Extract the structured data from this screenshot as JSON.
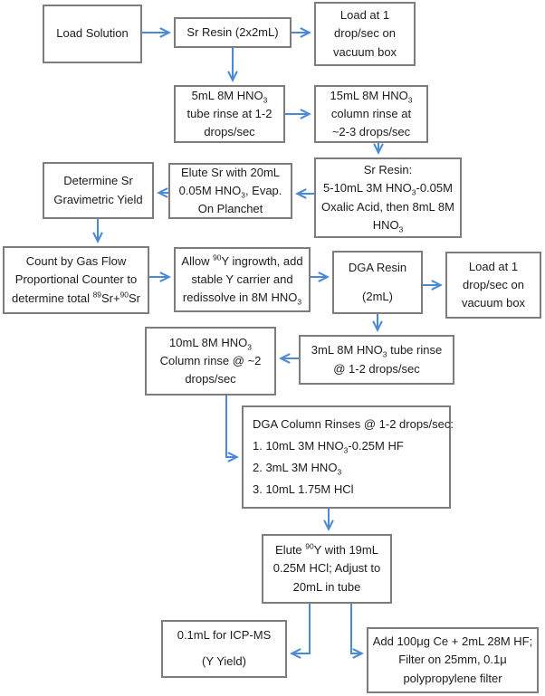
{
  "diagram": {
    "type": "flowchart",
    "colors": {
      "arrow": "#4a8ad4",
      "border": "#7d7d7d",
      "text": "#1c1c1c"
    },
    "nodes": {
      "load_solution": {
        "lines": [
          [
            {
              "t": "Load Solution"
            }
          ]
        ]
      },
      "sr_resin_1": {
        "lines": [
          [
            {
              "t": "Sr Resin (2x2mL)"
            }
          ]
        ]
      },
      "load_vacuum_1": {
        "lines": [
          [
            {
              "t": "Load at 1"
            }
          ],
          [
            {
              "t": "drop/sec on"
            }
          ],
          [
            {
              "t": "vacuum box"
            }
          ]
        ]
      },
      "tube_rinse_5ml": {
        "lines": [
          [
            {
              "t": "5mL 8M HNO"
            },
            {
              "t": "3",
              "sub": true
            }
          ],
          [
            {
              "t": "tube rinse at 1-2"
            }
          ],
          [
            {
              "t": "drops/sec"
            }
          ]
        ]
      },
      "column_rinse_15ml": {
        "lines": [
          [
            {
              "t": "15mL 8M HNO"
            },
            {
              "t": "3",
              "sub": true
            }
          ],
          [
            {
              "t": "column rinse at"
            }
          ],
          [
            {
              "t": "~2-3 drops/sec"
            }
          ]
        ]
      },
      "sr_resin_2": {
        "lines": [
          [
            {
              "t": "Sr Resin:"
            }
          ],
          [
            {
              "t": "5-10mL 3M HNO"
            },
            {
              "t": "3",
              "sub": true
            },
            {
              "t": "-0.05M"
            }
          ],
          [
            {
              "t": "Oxalic Acid, then 8mL 8M"
            }
          ],
          [
            {
              "t": "HNO"
            },
            {
              "t": "3",
              "sub": true
            }
          ]
        ]
      },
      "elute_sr": {
        "lines": [
          [
            {
              "t": "Elute Sr with 20mL"
            }
          ],
          [
            {
              "t": "0.05M HNO"
            },
            {
              "t": "3",
              "sub": true
            },
            {
              "t": ", Evap."
            }
          ],
          [
            {
              "t": "On Planchet"
            }
          ]
        ]
      },
      "determine_sr": {
        "lines": [
          [
            {
              "t": "Determine Sr"
            }
          ],
          [
            {
              "t": "Gravimetric Yield"
            }
          ]
        ]
      },
      "count_gas_flow": {
        "lines": [
          [
            {
              "t": "Count by Gas Flow"
            }
          ],
          [
            {
              "t": "Proportional Counter to"
            }
          ],
          [
            {
              "t": "determine total "
            },
            {
              "t": "89",
              "sup": true
            },
            {
              "t": "Sr+"
            },
            {
              "t": "90",
              "sup": true
            },
            {
              "t": "Sr"
            }
          ]
        ]
      },
      "allow_y_ingrowth": {
        "lines": [
          [
            {
              "t": "Allow "
            },
            {
              "t": "90",
              "sup": true
            },
            {
              "t": "Y ingrowth, add"
            }
          ],
          [
            {
              "t": "stable Y carrier and"
            }
          ],
          [
            {
              "t": "redissolve in 8M HNO"
            },
            {
              "t": "3",
              "sub": true
            }
          ]
        ]
      },
      "dga_resin": {
        "lines": [
          [
            {
              "t": "DGA Resin"
            }
          ],
          [
            {
              "t": "(2mL)"
            }
          ]
        ]
      },
      "load_vacuum_2": {
        "lines": [
          [
            {
              "t": "Load at 1"
            }
          ],
          [
            {
              "t": "drop/sec on"
            }
          ],
          [
            {
              "t": "vacuum box"
            }
          ]
        ]
      },
      "column_rinse_10ml": {
        "lines": [
          [
            {
              "t": "10mL 8M HNO"
            },
            {
              "t": "3",
              "sub": true
            }
          ],
          [
            {
              "t": "Column rinse @ ~2"
            }
          ],
          [
            {
              "t": "drops/sec"
            }
          ]
        ]
      },
      "tube_rinse_3ml": {
        "lines": [
          [
            {
              "t": "3mL 8M HNO"
            },
            {
              "t": "3",
              "sub": true
            },
            {
              "t": " tube rinse"
            }
          ],
          [
            {
              "t": "@ 1-2 drops/sec"
            }
          ]
        ]
      },
      "dga_column_rinses": {
        "lines": [
          [
            {
              "t": "DGA Column Rinses @ 1-2 drops/sec:"
            }
          ],
          [
            {
              "t": "1. 10mL 3M HNO"
            },
            {
              "t": "3",
              "sub": true
            },
            {
              "t": "-0.25M HF"
            }
          ],
          [
            {
              "t": "2. 3mL 3M HNO"
            },
            {
              "t": "3",
              "sub": true
            }
          ],
          [
            {
              "t": "3. 10mL 1.75M HCl"
            }
          ]
        ]
      },
      "elute_y": {
        "lines": [
          [
            {
              "t": "Elute "
            },
            {
              "t": "90",
              "sup": true
            },
            {
              "t": "Y with 19mL"
            }
          ],
          [
            {
              "t": "0.25M HCl; Adjust to"
            }
          ],
          [
            {
              "t": "20mL in tube"
            }
          ]
        ]
      },
      "icp_ms": {
        "lines": [
          [
            {
              "t": "0.1mL for ICP-MS"
            }
          ],
          [
            {
              "t": "(Y Yield)"
            }
          ]
        ]
      },
      "add_ce": {
        "lines": [
          [
            {
              "t": "Add 100μg Ce + 2mL 28M HF;"
            }
          ],
          [
            {
              "t": "Filter on 25mm, 0.1μ"
            }
          ],
          [
            {
              "t": "polypropylene filter"
            }
          ]
        ]
      }
    },
    "edges": [
      {
        "from": "load_solution",
        "to": "sr_resin_1"
      },
      {
        "from": "sr_resin_1",
        "to": "load_vacuum_1"
      },
      {
        "from": "sr_resin_1",
        "to": "tube_rinse_5ml"
      },
      {
        "from": "tube_rinse_5ml",
        "to": "column_rinse_15ml"
      },
      {
        "from": "column_rinse_15ml",
        "to": "sr_resin_2"
      },
      {
        "from": "sr_resin_2",
        "to": "elute_sr"
      },
      {
        "from": "elute_sr",
        "to": "determine_sr"
      },
      {
        "from": "determine_sr",
        "to": "count_gas_flow"
      },
      {
        "from": "count_gas_flow",
        "to": "allow_y_ingrowth"
      },
      {
        "from": "allow_y_ingrowth",
        "to": "dga_resin"
      },
      {
        "from": "dga_resin",
        "to": "load_vacuum_2"
      },
      {
        "from": "dga_resin",
        "to": "tube_rinse_3ml"
      },
      {
        "from": "tube_rinse_3ml",
        "to": "column_rinse_10ml"
      },
      {
        "from": "column_rinse_10ml",
        "to": "dga_column_rinses"
      },
      {
        "from": "dga_column_rinses",
        "to": "elute_y"
      },
      {
        "from": "elute_y",
        "to": "icp_ms"
      },
      {
        "from": "elute_y",
        "to": "add_ce"
      }
    ]
  }
}
